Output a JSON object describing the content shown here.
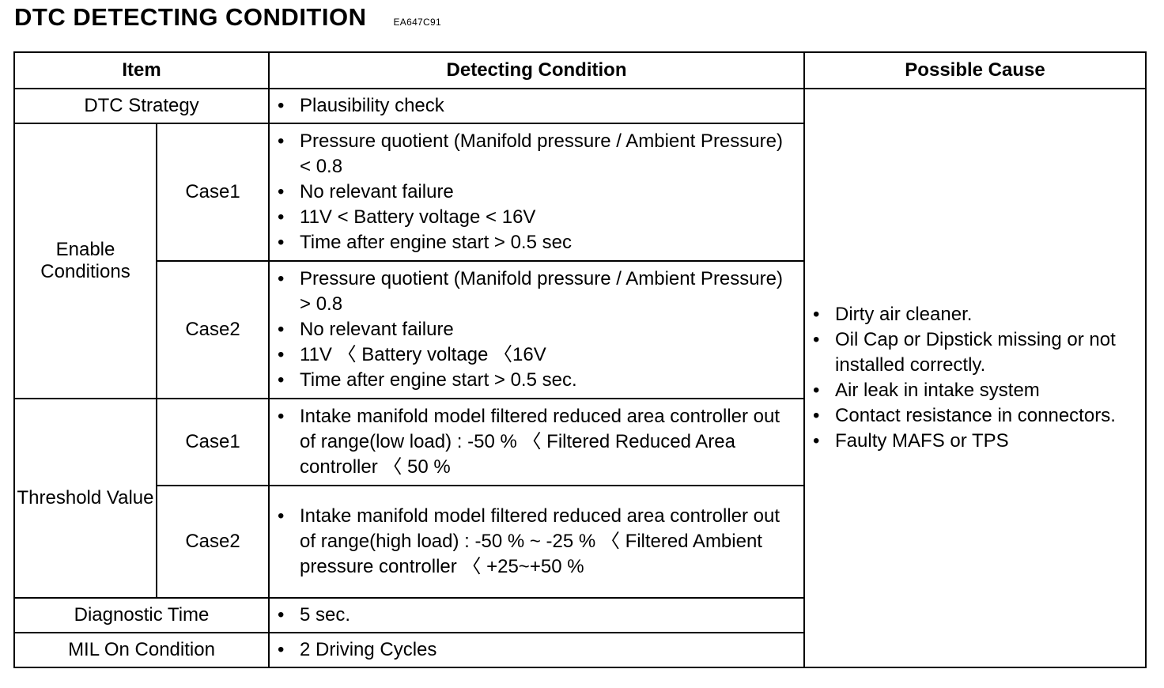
{
  "page": {
    "title": "DTC DETECTING CONDITION",
    "code": "EA647C91"
  },
  "table": {
    "headers": {
      "item": "Item",
      "condition": "Detecting Condition",
      "cause": "Possible Cause"
    },
    "dtc_strategy": {
      "label": "DTC Strategy",
      "conditions": [
        "Plausibility check"
      ]
    },
    "enable_conditions": {
      "label": "Enable Conditions",
      "case1": {
        "label": "Case1",
        "conditions": [
          "Pressure quotient (Manifold pressure / Ambient Pressure)  < 0.8",
          "No relevant failure",
          "11V < Battery voltage  < 16V",
          "Time after engine start  >  0.5 sec"
        ]
      },
      "case2": {
        "label": "Case2",
        "conditions": [
          "Pressure quotient (Manifold pressure / Ambient Pressure)  > 0.8",
          "No relevant failure",
          "11V 〈 Battery voltage  〈16V",
          "Time after engine start  >  0.5 sec."
        ]
      }
    },
    "threshold_value": {
      "label": "Threshold Value",
      "case1": {
        "label": "Case1",
        "conditions": [
          "Intake manifold model filtered reduced area controller out of range(low load) : -50 %  〈 Filtered Reduced Area controller  〈 50 %"
        ]
      },
      "case2": {
        "label": "Case2",
        "conditions": [
          "Intake manifold model filtered reduced area controller out of range(high load) :  -50 % ~ -25 %  〈 Filtered Ambient pressure controller  〈 +25~+50 %"
        ]
      }
    },
    "diagnostic_time": {
      "label": "Diagnostic Time",
      "conditions": [
        "5 sec."
      ]
    },
    "mil_on_condition": {
      "label": "MIL On Condition",
      "conditions": [
        "2 Driving Cycles"
      ]
    },
    "possible_causes": [
      "Dirty air cleaner.",
      "Oil Cap or Dipstick missing or not installed correctly.",
      "Air leak in intake system",
      "Contact resistance in connectors.",
      "Faulty MAFS or TPS"
    ]
  }
}
